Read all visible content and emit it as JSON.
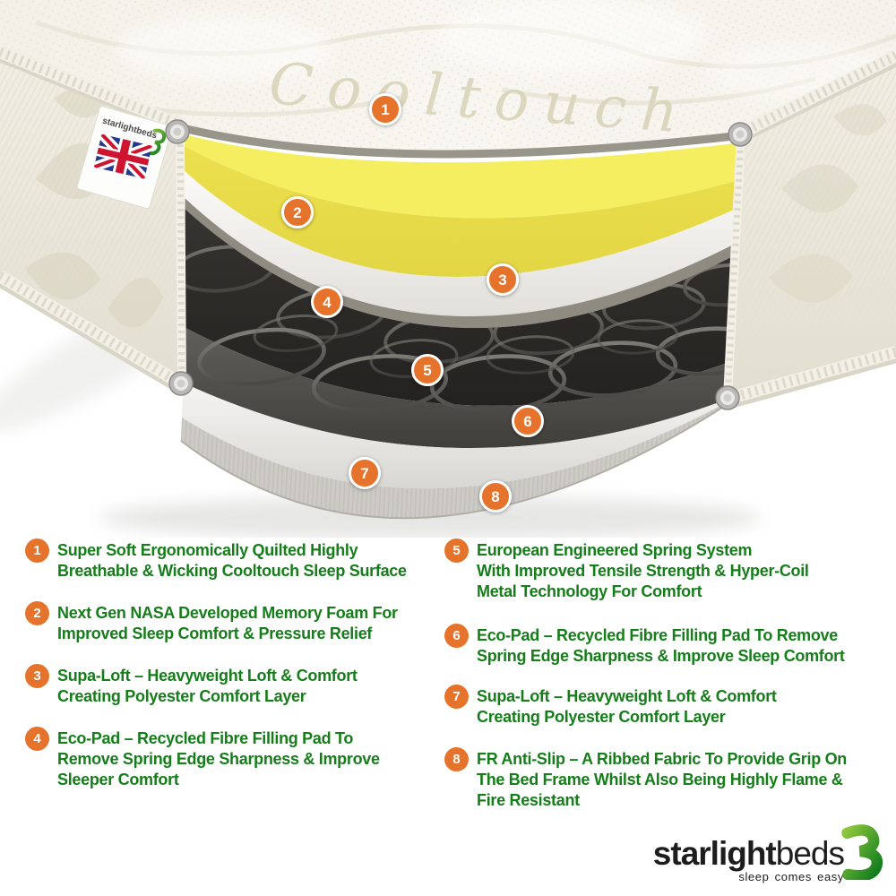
{
  "hero": {
    "cooltouch_text": "Cooltouch",
    "label": {
      "brand": "starlightbeds"
    },
    "markers": [
      {
        "number": "1"
      },
      {
        "number": "2"
      },
      {
        "number": "3"
      },
      {
        "number": "4"
      },
      {
        "number": "5"
      },
      {
        "number": "6"
      },
      {
        "number": "7"
      },
      {
        "number": "8"
      }
    ]
  },
  "features": {
    "left": [
      {
        "number": "1",
        "text": "Super Soft Ergonomically Quilted Highly\nBreathable & Wicking Cooltouch Sleep Surface"
      },
      {
        "number": "2",
        "text": "Next Gen NASA Developed Memory Foam For\nImproved Sleep Comfort & Pressure Relief"
      },
      {
        "number": "3",
        "text": "Supa-Loft – Heavyweight  Loft & Comfort\nCreating Polyester Comfort Layer"
      },
      {
        "number": "4",
        "text": "Eco-Pad – Recycled Fibre Filling Pad To\nRemove Spring Edge Sharpness & Improve\nSleeper Comfort"
      }
    ],
    "right": [
      {
        "number": "5",
        "text": "European Engineered Spring System\nWith Improved Tensile Strength & Hyper-Coil\nMetal Technology For Comfort"
      },
      {
        "number": "6",
        "text": "Eco-Pad – Recycled Fibre Filling Pad To Remove\nSpring Edge Sharpness & Improve Sleep Comfort"
      },
      {
        "number": "7",
        "text": "Supa-Loft – Heavyweight  Loft & Comfort\nCreating Polyester Comfort Layer"
      },
      {
        "number": "8",
        "text": "FR Anti-Slip – A Ribbed Fabric To Provide Grip On\nThe Bed Frame Whilst Also Being Highly Flame &\nFire Resistant"
      }
    ]
  },
  "logo": {
    "brand_bold": "starlight",
    "brand_light": "beds",
    "tagline": "sleep comes easy"
  },
  "colors": {
    "accent_orange": "#E6732B",
    "text_green": "#157D19",
    "foam_yellow": "#F2E95C",
    "spring_cavity_dark": "#2B2A27",
    "logo_green_light": "#8CC63C",
    "logo_green_dark": "#0E7A1E"
  }
}
